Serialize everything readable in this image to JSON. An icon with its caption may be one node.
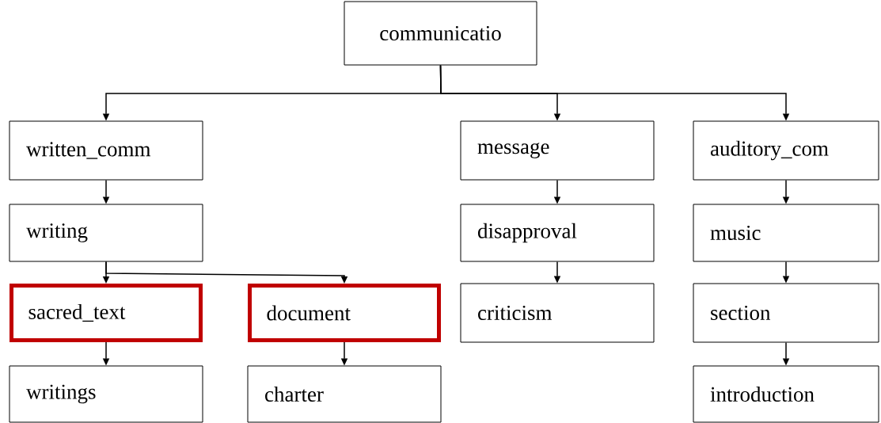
{
  "diagram": {
    "nodes": [
      {
        "text": [
          "communicatio"
        ]
      },
      {
        "text": [
          "written_comm"
        ]
      },
      {
        "text": [
          "message"
        ]
      },
      {
        "text": [
          "auditory_com"
        ]
      },
      {
        "text": [
          "writing"
        ]
      },
      {
        "text": [
          "disapproval"
        ]
      },
      {
        "text": [
          "music"
        ]
      },
      {
        "text": [
          "sacred_text"
        ]
      },
      {
        "text": [
          "document"
        ]
      },
      {
        "text": [
          "criticism"
        ]
      },
      {
        "text": [
          "section"
        ]
      },
      {
        "text": [
          "writings"
        ]
      },
      {
        "text": [
          "charter"
        ]
      },
      {
        "text": [
          "introduction"
        ]
      }
    ],
    "edges": [
      {
        "from": 0,
        "to": 1,
        "arrow": "to"
      },
      {
        "from": 0,
        "to": 2,
        "arrow": "to"
      },
      {
        "from": 0,
        "to": 3,
        "arrow": "to"
      },
      {
        "from": 1,
        "to": 4,
        "arrow": "to"
      },
      {
        "from": 4,
        "to": 7,
        "arrow": "to"
      },
      {
        "from": 4,
        "to": 8,
        "arrow": "to"
      },
      {
        "from": 7,
        "to": 11,
        "arrow": "to"
      },
      {
        "from": 8,
        "to": 12,
        "arrow": "to"
      },
      {
        "from": 2,
        "to": 5,
        "arrow": "to"
      },
      {
        "from": 5,
        "to": 9,
        "arrow": "to"
      },
      {
        "from": 3,
        "to": 6,
        "arrow": "to"
      },
      {
        "from": 6,
        "to": 10,
        "arrow": "to"
      },
      {
        "from": 10,
        "to": 13,
        "arrow": "to"
      }
    ]
  }
}
